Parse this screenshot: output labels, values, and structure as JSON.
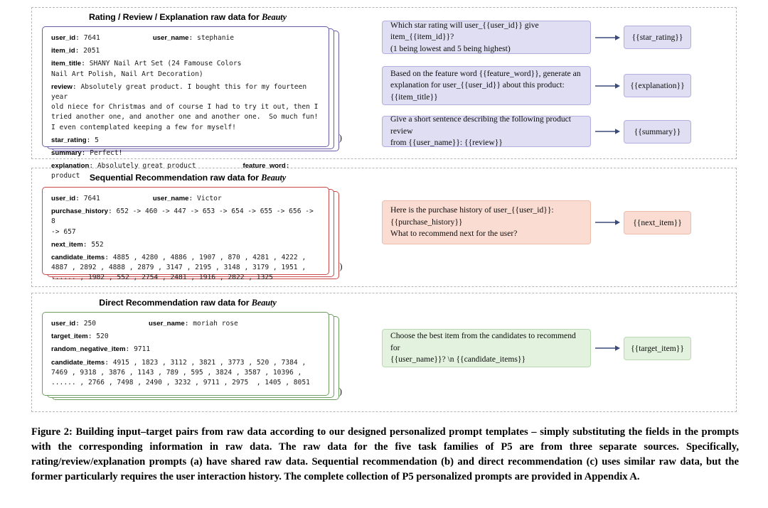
{
  "figure": {
    "caption": "Figure 2: Building input–target pairs from raw data according to our designed personalized prompt templates – simply substituting the fields in the prompts with the corresponding information in raw data. The raw data for the five task families of P5 are from three separate sources. Specifically, rating/review/explanation prompts (a) have shared raw data. Sequential recommendation (b) and direct recommendation (c) uses similar raw data, but the former particularly requires the user interaction history. The complete collection of P5 personalized prompts are provided in Appendix A."
  },
  "colors": {
    "purple_border": "#6b5aa8",
    "purple_fill": "#e0def2",
    "red_border": "#c94a4a",
    "red_fill": "#fadcd2",
    "green_border": "#6f9e62",
    "green_fill": "#e2f2de",
    "arrow": "#3a4a7a",
    "section_dash": "#b5b5b5"
  },
  "sections": [
    {
      "label": "(a)",
      "card": {
        "title_prefix": "Rating / Review / Explanation raw data for ",
        "title_dataset": "Beauty",
        "fields": [
          {
            "key": "user_id",
            "value": "7641",
            "key2": "user_name",
            "value2": "stephanie"
          },
          {
            "key": "item_id",
            "value": "2051"
          },
          {
            "key": "item_title",
            "value": "SHANY Nail Art Set (24 Famouse Colors\nNail Art Polish, Nail Art Decoration)"
          },
          {
            "key": "review",
            "value": "Absolutely great product. I bought this for my fourteen year\nold niece for Christmas and of course I had to try it out, then I\ntried another one, and another one and another one.  So much fun!\nI even contemplated keeping a few for myself!"
          },
          {
            "key": "star_rating",
            "value": "5"
          },
          {
            "key": "summary",
            "value": "Perfect!"
          },
          {
            "key": "explanation",
            "value": "Absolutely great product",
            "key2": "feature_word",
            "value2": "product"
          }
        ]
      },
      "prompts": [
        {
          "prompt": "Which star rating will user_{{user_id}} give item_{{item_id}}?\n(1 being lowest and 5 being highest)",
          "target": "{{star_rating}}"
        },
        {
          "prompt": "Based on the feature word {{feature_word}}, generate an\nexplanation for user_{{user_id}} about this product:\n{{item_title}}",
          "target": "{{explanation}}"
        },
        {
          "prompt": "Give a short sentence describing the following product review\nfrom {{user_name}}: {{review}}",
          "target": "{{summary}}"
        }
      ]
    },
    {
      "label": "(b)",
      "card": {
        "title_prefix": "Sequential Recommendation raw data for ",
        "title_dataset": "Beauty",
        "fields": [
          {
            "key": "user_id",
            "value": "7641",
            "key2": "user_name",
            "value2": "Victor"
          },
          {
            "key": "purchase_history",
            "value": "652 -> 460 -> 447 -> 653 -> 654 -> 655 -> 656 -> 8\n-> 657"
          },
          {
            "key": "next_item",
            "value": "552"
          },
          {
            "key": "candidate_items",
            "value": "4885 , 4280 , 4886 , 1907 , 870 , 4281 , 4222 ,\n4887 , 2892 , 4888 , 2879 , 3147 , 2195 , 3148 , 3179 , 1951 ,\n...... , 1982 , 552 , 2754 , 2481 , 1916 , 2822 , 1325"
          }
        ]
      },
      "prompts": [
        {
          "prompt": "Here is the purchase history of user_{{user_id}}:\n{{purchase_history}}\nWhat to recommend next for the user?",
          "target": "{{next_item}}"
        }
      ]
    },
    {
      "label": "(c)",
      "card": {
        "title_prefix": "Direct Recommendation raw data for ",
        "title_dataset": "Beauty",
        "fields": [
          {
            "key": "user_id",
            "value": "250",
            "key2": "user_name",
            "value2": "moriah rose"
          },
          {
            "key": "target_item",
            "value": "520"
          },
          {
            "key": "random_negative_item",
            "value": "9711"
          },
          {
            "key": "candidate_items",
            "value": "4915 , 1823 , 3112 , 3821 , 3773 , 520 , 7384 ,\n7469 , 9318 , 3876 , 1143 , 789 , 595 , 3824 , 3587 , 10396 ,\n...... , 2766 , 7498 , 2490 , 3232 , 9711 , 2975  , 1405 , 8051"
          }
        ]
      },
      "prompts": [
        {
          "prompt": "Choose the best item from the candidates to recommend for\n{{user_name}}? \\n {{candidate_items}}",
          "target": "{{target_item}}"
        }
      ]
    }
  ]
}
